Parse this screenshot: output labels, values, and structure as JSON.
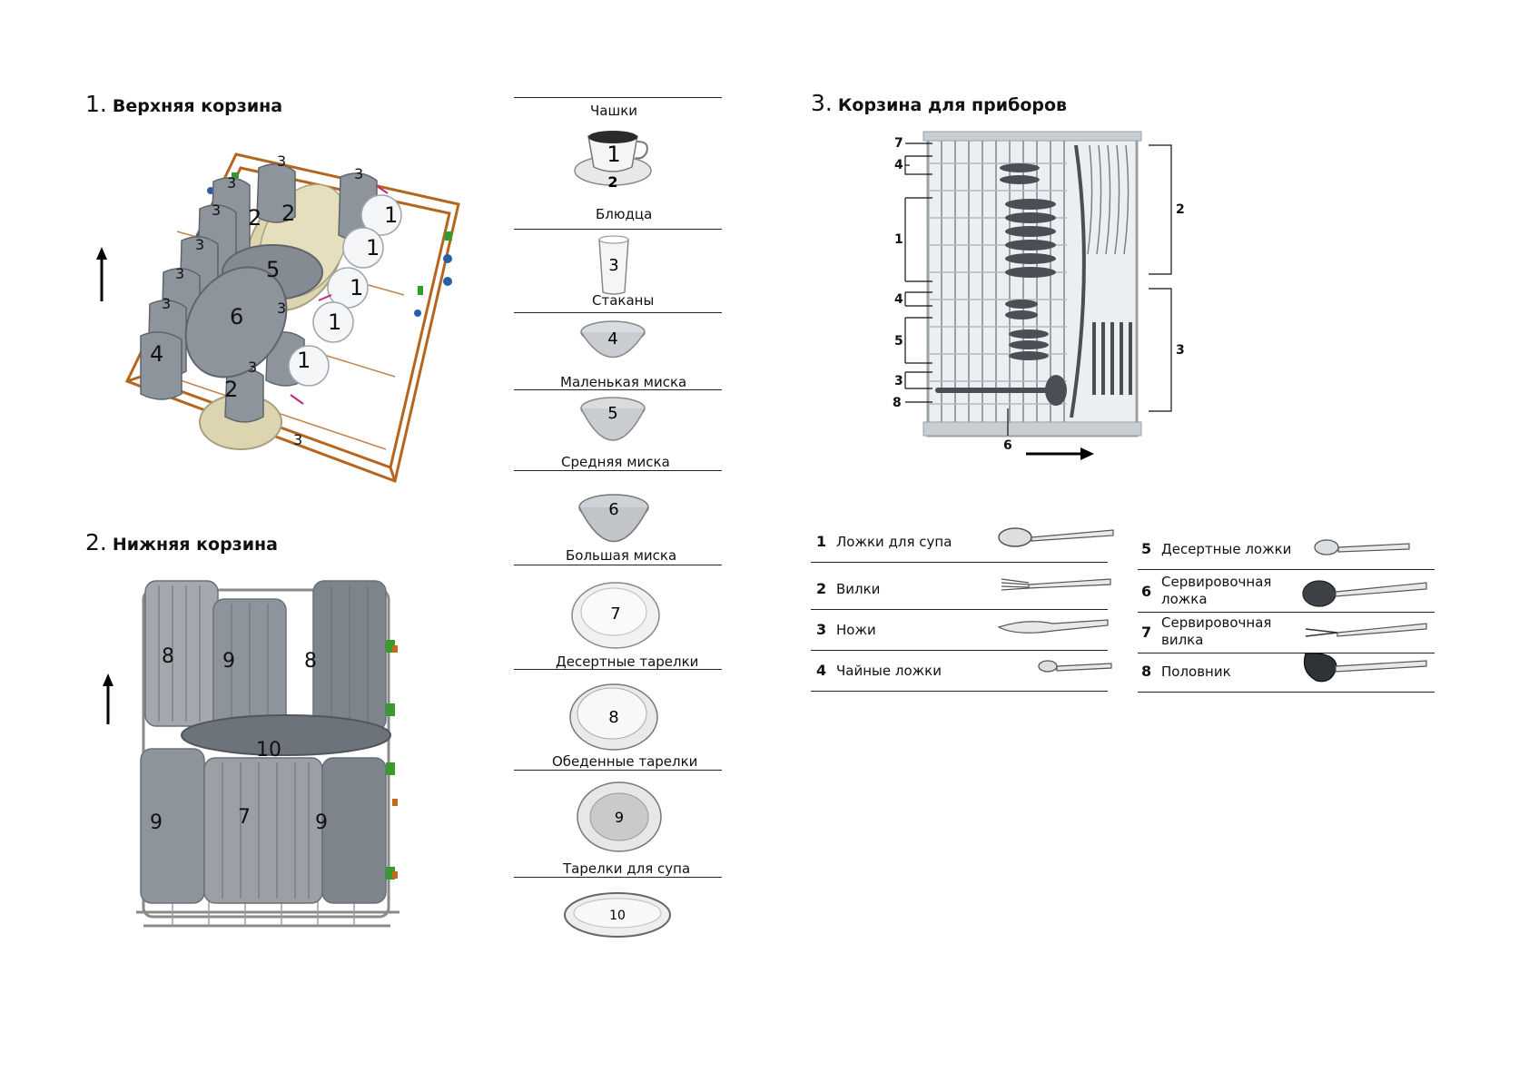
{
  "sections": {
    "upper": {
      "num": "1.",
      "title": "Верхняя корзина"
    },
    "lower": {
      "num": "2.",
      "title": "Нижняя корзина"
    },
    "cutlery": {
      "num": "3.",
      "title": "Корзина для приборов"
    }
  },
  "upper_basket_markers": [
    "1",
    "1",
    "1",
    "1",
    "1",
    "2",
    "2",
    "2",
    "3",
    "3",
    "3",
    "3",
    "3",
    "3",
    "3",
    "3",
    "3",
    "3",
    "4",
    "5",
    "6"
  ],
  "lower_basket_markers": [
    "8",
    "9",
    "8",
    "10",
    "9",
    "7",
    "9"
  ],
  "cutlery_basket_markers": {
    "left": [
      "7",
      "4",
      "1",
      "4",
      "5",
      "3",
      "8"
    ],
    "bottom": "6",
    "right": [
      "2",
      "3"
    ]
  },
  "dishes": [
    {
      "label": "Чашки",
      "num": "1"
    },
    {
      "label": "Блюдца",
      "num": "2"
    },
    {
      "label": "Стаканы",
      "num": "3"
    },
    {
      "label": "Маленькая миска",
      "num": "4"
    },
    {
      "label": "Средняя миска",
      "num": "5"
    },
    {
      "label": "Большая миска",
      "num": "6"
    },
    {
      "label": "Десертные тарелки",
      "num": "7"
    },
    {
      "label": "Обеденные тарелки",
      "num": "8"
    },
    {
      "label": "Тарелки для супа",
      "num": "9"
    },
    {
      "label": "",
      "num": "10"
    }
  ],
  "cutlery_left": [
    {
      "num": "1",
      "label": "Ложки для супа",
      "icon": "soup-spoon-icon"
    },
    {
      "num": "2",
      "label": "Вилки",
      "icon": "fork-icon"
    },
    {
      "num": "3",
      "label": "Ножи",
      "icon": "knife-icon"
    },
    {
      "num": "4",
      "label": "Чайные ложки",
      "icon": "teaspoon-icon"
    }
  ],
  "cutlery_right": [
    {
      "num": "5",
      "label": "Десертные ложки",
      "icon": "dessert-spoon-icon"
    },
    {
      "num": "6",
      "label": "Сервировочная ложка",
      "icon": "serving-spoon-icon"
    },
    {
      "num": "7",
      "label": "Сервировочная вилка",
      "icon": "serving-fork-icon"
    },
    {
      "num": "8",
      "label": "Половник",
      "icon": "ladle-icon"
    }
  ],
  "colors": {
    "rack_upper": "#b5651d",
    "rack_lower": "#8a8a8a",
    "dish_gray": "#8e949c",
    "plate_cream": "#ddd5b0",
    "accent_green": "#2e9c2e",
    "accent_blue": "#2a5ea8"
  }
}
